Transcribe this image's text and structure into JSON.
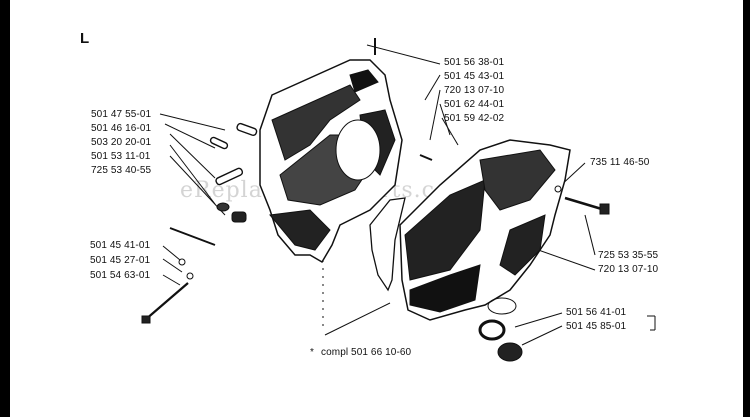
{
  "page_letter": "L",
  "watermark": "eReplacementParts.com",
  "labels": {
    "p501563801": "501 56 38-01",
    "p501454301": "501 45 43-01",
    "p720130710a": "720 13 07-10",
    "p501624401": "501 62 44-01",
    "p501594202": "501 59 42-02",
    "p501475501": "501 47 55-01",
    "p501461601": "501 46 16-01",
    "p503202001": "503 20 20-01",
    "p501531101": "501 53 11-01",
    "p725534055": "725 53 40-55",
    "p735114650": "735 11 46-50",
    "p501454101": "501 45 41-01",
    "p501452701": "501 45 27-01",
    "p501546301": "501 54 63-01",
    "p725533555": "725 53 35-55",
    "p720130710b": "720 13 07-10",
    "p501564101": "501 56 41-01",
    "p501458501": "501 45 85-01"
  },
  "footnote": {
    "mark": "*",
    "text": "compl 501 66 10-60"
  },
  "colors": {
    "ink": "#111111",
    "paper": "#ffffff",
    "frame": "#000000"
  }
}
